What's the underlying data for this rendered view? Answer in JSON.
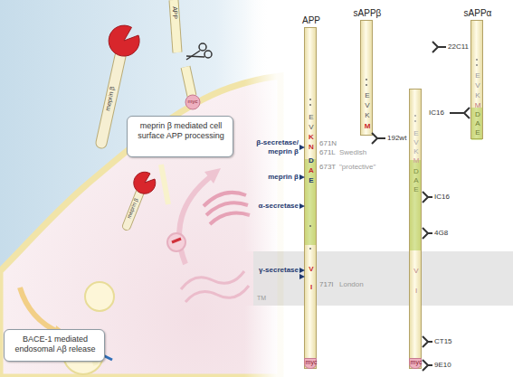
{
  "diagram": {
    "nodes": [
      {
        "text": [
          "meprin β mediated cell surface APP processing"
        ]
      },
      {
        "text": [
          "BACE-1 mediated endosomal Aβ release"
        ]
      },
      {
        "text": [
          "APP",
          "E",
          "V",
          "K",
          "N",
          "D",
          "A",
          "E",
          "V",
          "I",
          "myc"
        ]
      },
      {
        "text": [
          "sAPPβ",
          "E",
          "V",
          "K",
          "M"
        ]
      },
      {
        "text": [
          "sAPPα",
          "E",
          "V",
          "K",
          "M",
          "D",
          "A",
          "E"
        ]
      },
      {
        "text": [
          "E",
          "V",
          "K",
          "M",
          "D",
          "A",
          "E",
          "V",
          "I",
          "myc"
        ]
      }
    ],
    "labels": [
      "APP",
      "meprin β",
      "meprin β",
      "myc",
      "β-secretase/ meprin β",
      "meprin β",
      "α-secretase",
      "γ-secretase",
      "671N",
      "671L",
      "Swedish",
      "673T",
      "\"protective\"",
      "717I",
      "London",
      "TM",
      "22C11",
      "192wt",
      "IC16",
      "IC16",
      "4G8",
      "CT15",
      "9E10"
    ]
  }
}
